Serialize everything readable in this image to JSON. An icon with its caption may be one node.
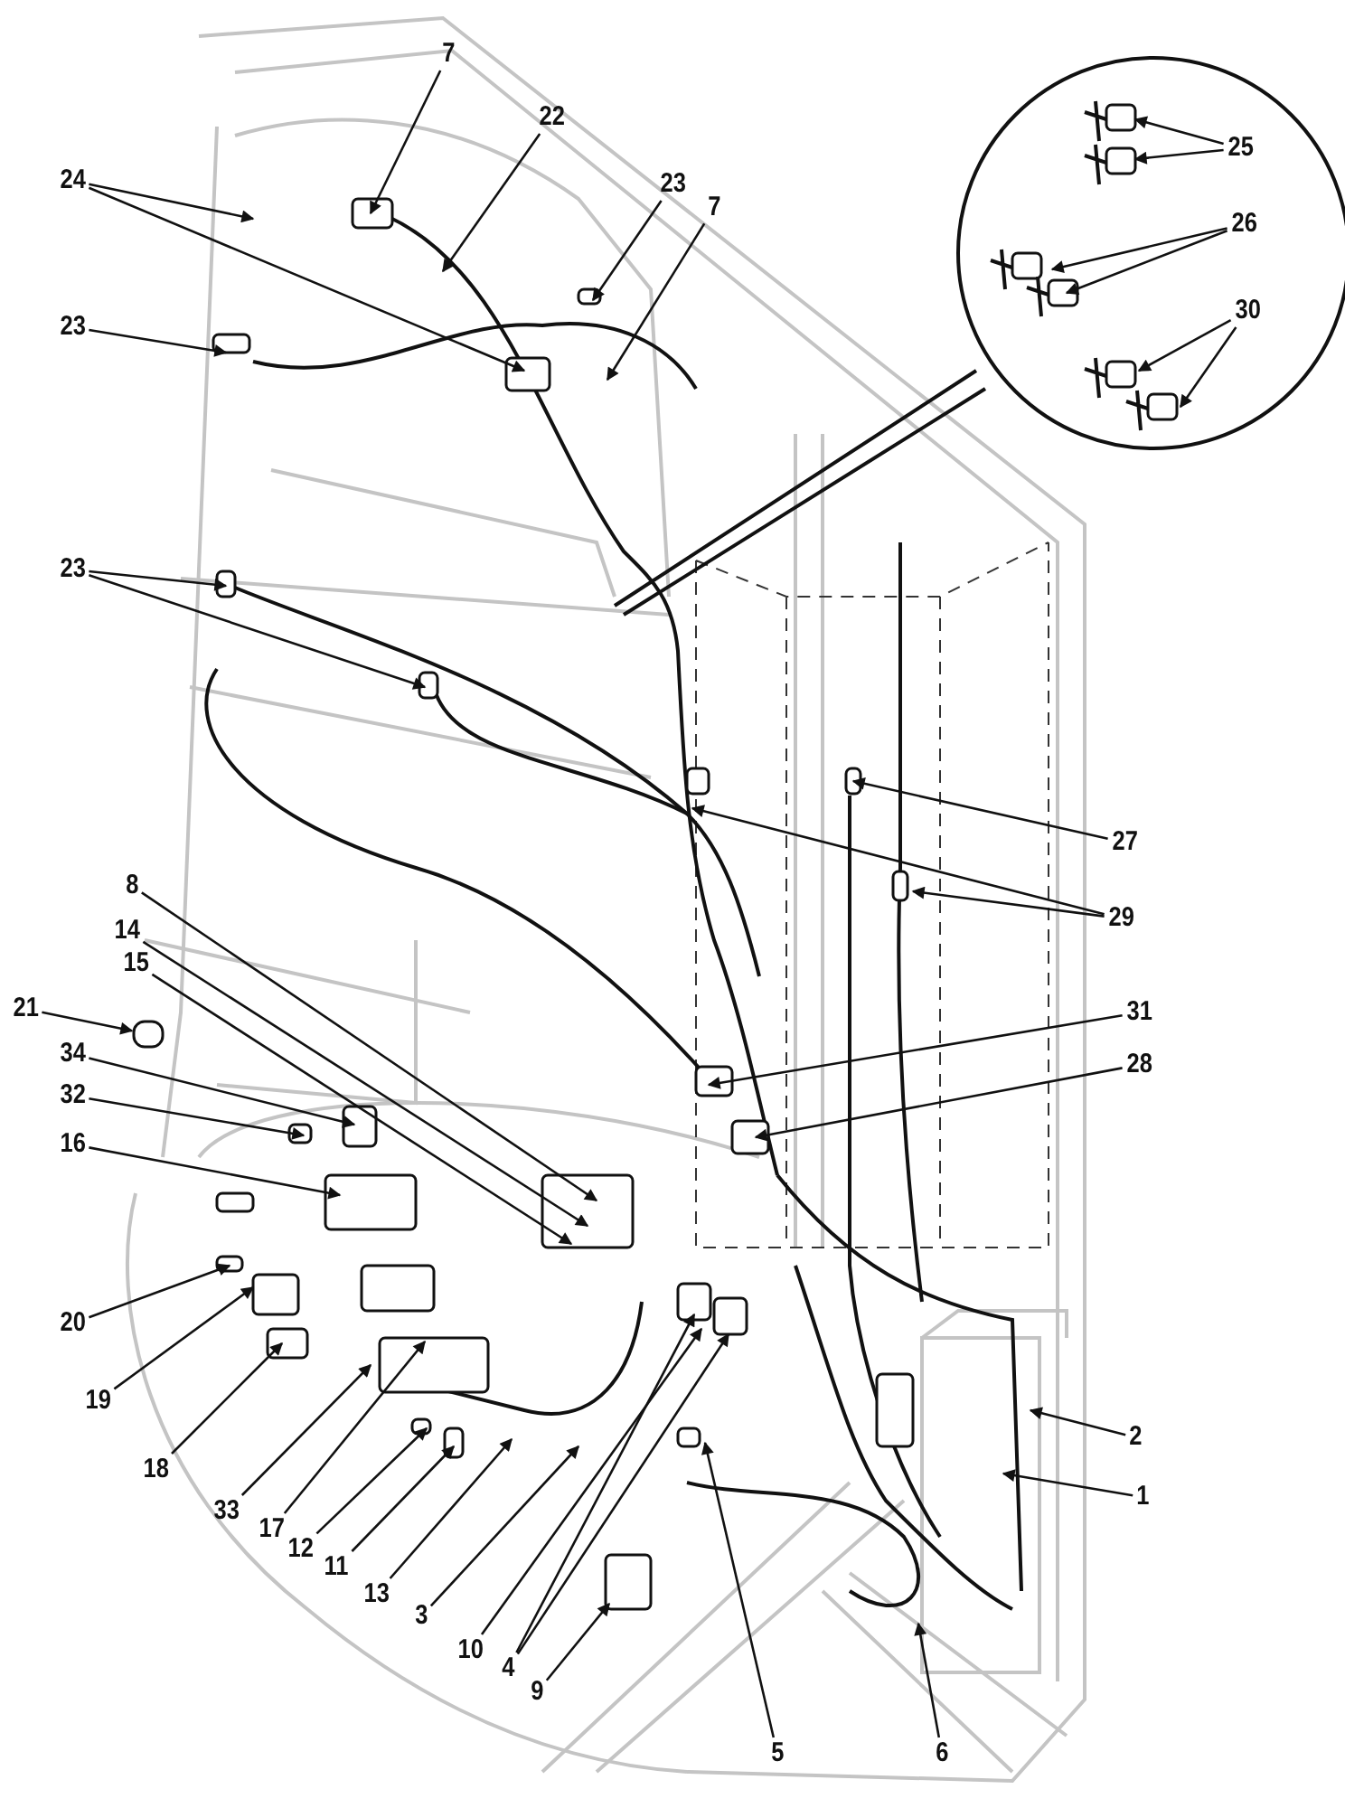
{
  "diagram": {
    "nodes": [
      {
        "text": [
          "7"
        ]
      },
      {
        "text": [
          "22"
        ]
      },
      {
        "text": [
          "24"
        ]
      },
      {
        "text": [
          "23"
        ]
      },
      {
        "text": [
          "7"
        ]
      },
      {
        "text": [
          "25"
        ]
      },
      {
        "text": [
          "26"
        ]
      },
      {
        "text": [
          "23"
        ]
      },
      {
        "text": [
          "30"
        ]
      },
      {
        "text": [
          "23"
        ]
      },
      {
        "text": [
          "27"
        ]
      },
      {
        "text": [
          "29"
        ]
      },
      {
        "text": [
          "8"
        ]
      },
      {
        "text": [
          "14"
        ]
      },
      {
        "text": [
          "15"
        ]
      },
      {
        "text": [
          "21"
        ]
      },
      {
        "text": [
          "34"
        ]
      },
      {
        "text": [
          "32"
        ]
      },
      {
        "text": [
          "31"
        ]
      },
      {
        "text": [
          "28"
        ]
      },
      {
        "text": [
          "16"
        ]
      },
      {
        "text": [
          "20"
        ]
      },
      {
        "text": [
          "19"
        ]
      },
      {
        "text": [
          "18"
        ]
      },
      {
        "text": [
          "2"
        ]
      },
      {
        "text": [
          "1"
        ]
      },
      {
        "text": [
          "33"
        ]
      },
      {
        "text": [
          "17"
        ]
      },
      {
        "text": [
          "12"
        ]
      },
      {
        "text": [
          "11"
        ]
      },
      {
        "text": [
          "13"
        ]
      },
      {
        "text": [
          "3"
        ]
      },
      {
        "text": [
          "10"
        ]
      },
      {
        "text": [
          "4"
        ]
      },
      {
        "text": [
          "9"
        ]
      },
      {
        "text": [
          "5"
        ]
      },
      {
        "text": [
          "6"
        ]
      },
      {
        "text": [],
        "shape": "cylinder"
      }
    ],
    "edges": [
      {
        "from": 0,
        "to": null,
        "arrow": "to"
      },
      {
        "from": 1,
        "to": null,
        "arrow": "to"
      },
      {
        "from": 2,
        "to": null,
        "arrow": "to"
      },
      {
        "from": 2,
        "to": null,
        "arrow": "to"
      },
      {
        "from": 3,
        "to": null,
        "arrow": "to"
      },
      {
        "from": 4,
        "to": null,
        "arrow": "to"
      },
      {
        "from": 5,
        "to": null,
        "arrow": "to"
      },
      {
        "from": 5,
        "to": null,
        "arrow": "to"
      },
      {
        "from": 6,
        "to": null,
        "arrow": "to"
      },
      {
        "from": 6,
        "to": null,
        "arrow": "to"
      },
      {
        "from": 7,
        "to": null,
        "arrow": "to"
      },
      {
        "from": 8,
        "to": null,
        "arrow": "to"
      },
      {
        "from": 8,
        "to": null,
        "arrow": "to"
      },
      {
        "from": 9,
        "to": null,
        "arrow": "to"
      },
      {
        "from": 9,
        "to": null,
        "arrow": "to"
      },
      {
        "from": 10,
        "to": null,
        "arrow": "to"
      },
      {
        "from": 11,
        "to": null,
        "arrow": "to"
      },
      {
        "from": 11,
        "to": null,
        "arrow": "to"
      },
      {
        "from": 12,
        "to": null,
        "arrow": "to"
      },
      {
        "from": 13,
        "to": null,
        "arrow": "to"
      },
      {
        "from": 14,
        "to": null,
        "arrow": "to"
      },
      {
        "from": 15,
        "to": 37,
        "arrow": "to"
      },
      {
        "from": 16,
        "to": null,
        "arrow": "to"
      },
      {
        "from": 17,
        "to": null,
        "arrow": "to"
      },
      {
        "from": 18,
        "to": null,
        "arrow": "to"
      },
      {
        "from": 19,
        "to": null,
        "arrow": "to"
      },
      {
        "from": 20,
        "to": null,
        "arrow": "to"
      },
      {
        "from": 21,
        "to": null,
        "arrow": "to"
      },
      {
        "from": 22,
        "to": null,
        "arrow": "to"
      },
      {
        "from": 23,
        "to": null,
        "arrow": "to"
      },
      {
        "from": 24,
        "to": null,
        "arrow": "to"
      },
      {
        "from": 25,
        "to": null,
        "arrow": "to"
      },
      {
        "from": 26,
        "to": null,
        "arrow": "to"
      },
      {
        "from": 27,
        "to": null,
        "arrow": "to"
      },
      {
        "from": 28,
        "to": null,
        "arrow": "to"
      },
      {
        "from": 29,
        "to": null,
        "arrow": "to"
      },
      {
        "from": 30,
        "to": null,
        "arrow": "to"
      },
      {
        "from": 31,
        "to": null,
        "arrow": "to"
      },
      {
        "from": 32,
        "to": null,
        "arrow": "to"
      },
      {
        "from": 33,
        "to": null,
        "arrow": "to"
      },
      {
        "from": 33,
        "to": null,
        "arrow": "to"
      },
      {
        "from": 34,
        "to": null,
        "arrow": "to"
      },
      {
        "from": 35,
        "to": null,
        "arrow": "to"
      },
      {
        "from": 36,
        "to": null,
        "arrow": "to"
      }
    ]
  }
}
